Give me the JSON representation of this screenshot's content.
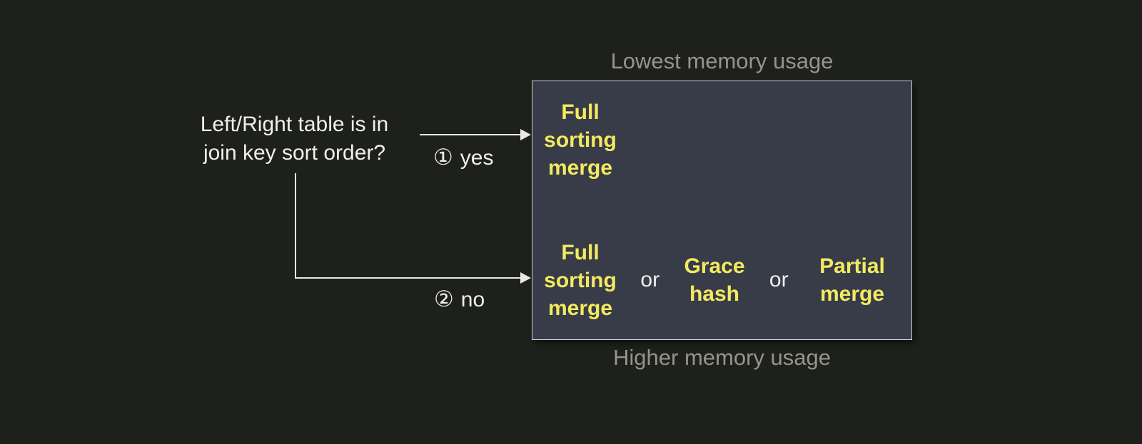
{
  "colors": {
    "background": "#1e201b",
    "box_fill": "#373c48",
    "box_border": "#cfd3da",
    "line": "#e8e8e4",
    "text_primary": "#f0efeb",
    "text_muted": "#95948c",
    "highlight": "#f4ea5f"
  },
  "question": {
    "line1": "Left/Right table is in",
    "line2": "join key sort order?"
  },
  "branches": {
    "yes": {
      "marker": "①",
      "label": "yes"
    },
    "no": {
      "marker": "②",
      "label": "no"
    }
  },
  "memory_scale": {
    "top": "Lowest memory usage",
    "bottom": "Higher memory usage"
  },
  "options": {
    "sorted_row": [
      {
        "text": "Full sorting merge",
        "emphasis": true
      }
    ],
    "unsorted_row": [
      {
        "text": "Full sorting merge",
        "emphasis": true
      },
      {
        "text": "or",
        "emphasis": false
      },
      {
        "text": "Grace hash",
        "emphasis": true
      },
      {
        "text": "or",
        "emphasis": false
      },
      {
        "text": "Partial merge",
        "emphasis": true
      }
    ]
  }
}
